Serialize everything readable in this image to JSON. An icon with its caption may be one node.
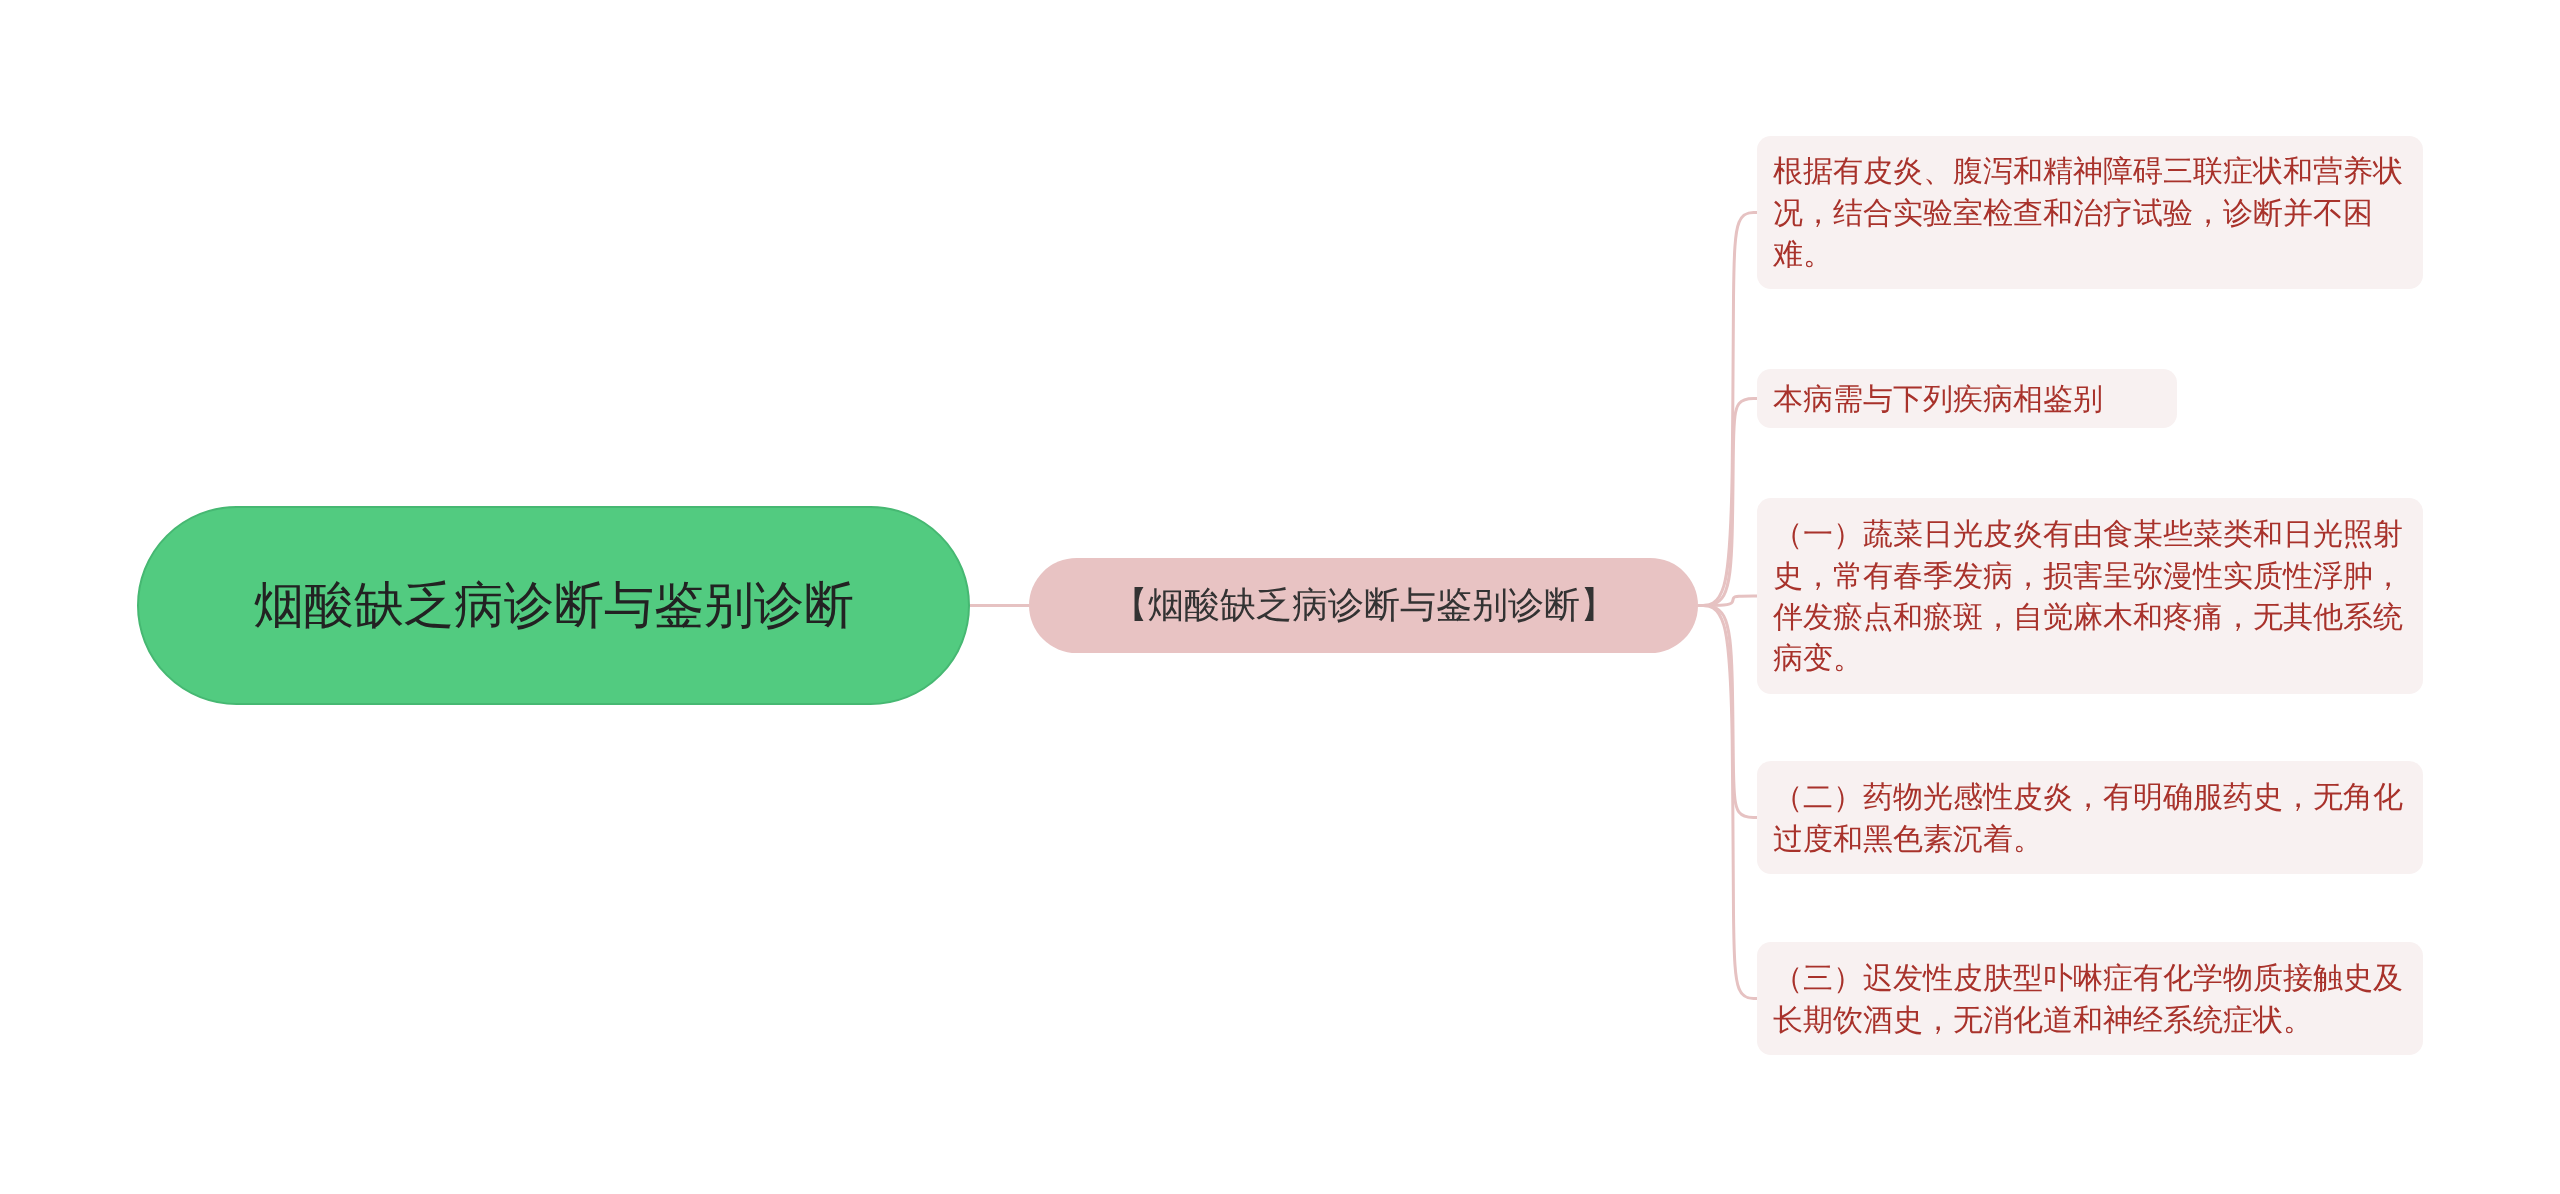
{
  "diagram": {
    "nodes": [
      {
        "text": [
          "烟酸缺乏病诊断与鉴别诊断"
        ]
      },
      {
        "text": [
          "【烟酸缺乏病诊断与鉴别诊断】"
        ]
      },
      {
        "text": [
          "根据有皮炎、腹泻和精神障碍三联症状和营养状况，结合实验室检查和治疗试验，诊断并不困难。"
        ]
      },
      {
        "text": [
          "本病需与下列疾病相鉴别"
        ]
      },
      {
        "text": [
          "（一）蔬菜日光皮炎有由食某些菜类和日光照射史，常有春季发病，损害呈弥漫性实质性浮肿，伴发瘀点和瘀斑，自觉麻木和疼痛，无其他系统病变。"
        ]
      },
      {
        "text": [
          "（二）药物光感性皮炎，有明确服药史，无角化过度和黑色素沉着。"
        ]
      },
      {
        "text": [
          "（三）迟发性皮肤型卟啉症有化学物质接触史及长期饮酒史，无消化道和神经系统症状。"
        ]
      }
    ],
    "edges": [
      {
        "from": 0,
        "to": 1,
        "arrow": "none"
      },
      {
        "from": 1,
        "to": 2,
        "arrow": "none"
      },
      {
        "from": 1,
        "to": 3,
        "arrow": "none"
      },
      {
        "from": 1,
        "to": 4,
        "arrow": "none"
      },
      {
        "from": 1,
        "to": 5,
        "arrow": "none"
      },
      {
        "from": 1,
        "to": 6,
        "arrow": "none"
      }
    ]
  }
}
